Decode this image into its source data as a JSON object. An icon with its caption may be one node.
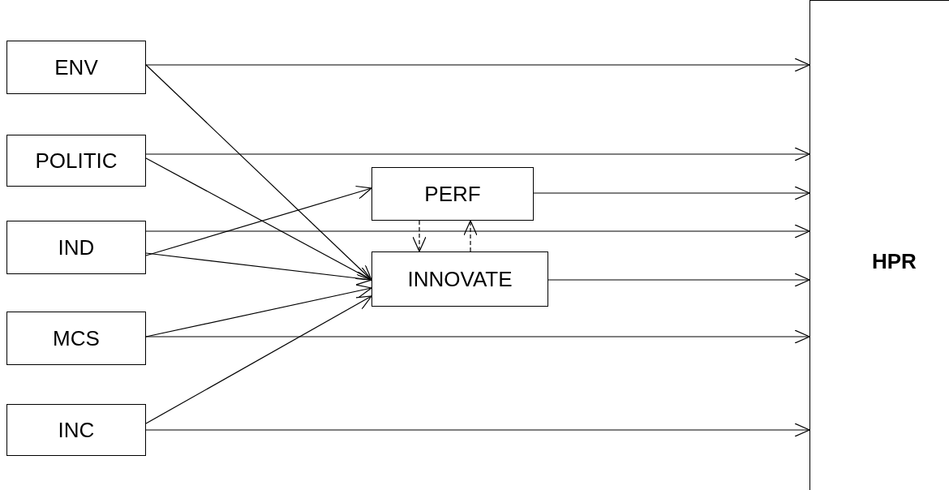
{
  "diagram": {
    "nodes": [
      {
        "text": [
          "ENV"
        ]
      },
      {
        "text": [
          "POLITIC"
        ]
      },
      {
        "text": [
          "IND"
        ]
      },
      {
        "text": [
          "MCS"
        ]
      },
      {
        "text": [
          "INC"
        ]
      },
      {
        "text": [
          "PERF"
        ]
      },
      {
        "text": [
          "INNOVATE"
        ]
      },
      {
        "text": [
          "HPR"
        ]
      }
    ],
    "edges": [
      {
        "from": 0,
        "to": 7,
        "arrow": "to"
      },
      {
        "from": 0,
        "to": 6,
        "arrow": "to"
      },
      {
        "from": 1,
        "to": 7,
        "arrow": "to"
      },
      {
        "from": 1,
        "to": 6,
        "arrow": "to"
      },
      {
        "from": 5,
        "to": 7,
        "arrow": "to"
      },
      {
        "from": 2,
        "to": 5,
        "arrow": "to"
      },
      {
        "from": 2,
        "to": 7,
        "arrow": "to"
      },
      {
        "from": 2,
        "to": 6,
        "arrow": "to"
      },
      {
        "from": 6,
        "to": 7,
        "arrow": "to"
      },
      {
        "from": 3,
        "to": 6,
        "arrow": "to"
      },
      {
        "from": 3,
        "to": 7,
        "arrow": "to"
      },
      {
        "from": 4,
        "to": 6,
        "arrow": "to"
      },
      {
        "from": 4,
        "to": 7,
        "arrow": "to"
      },
      {
        "from": 5,
        "to": 6,
        "arrow": "to",
        "style": "dashed"
      },
      {
        "from": 6,
        "to": 5,
        "arrow": "to",
        "style": "dashed"
      }
    ]
  }
}
